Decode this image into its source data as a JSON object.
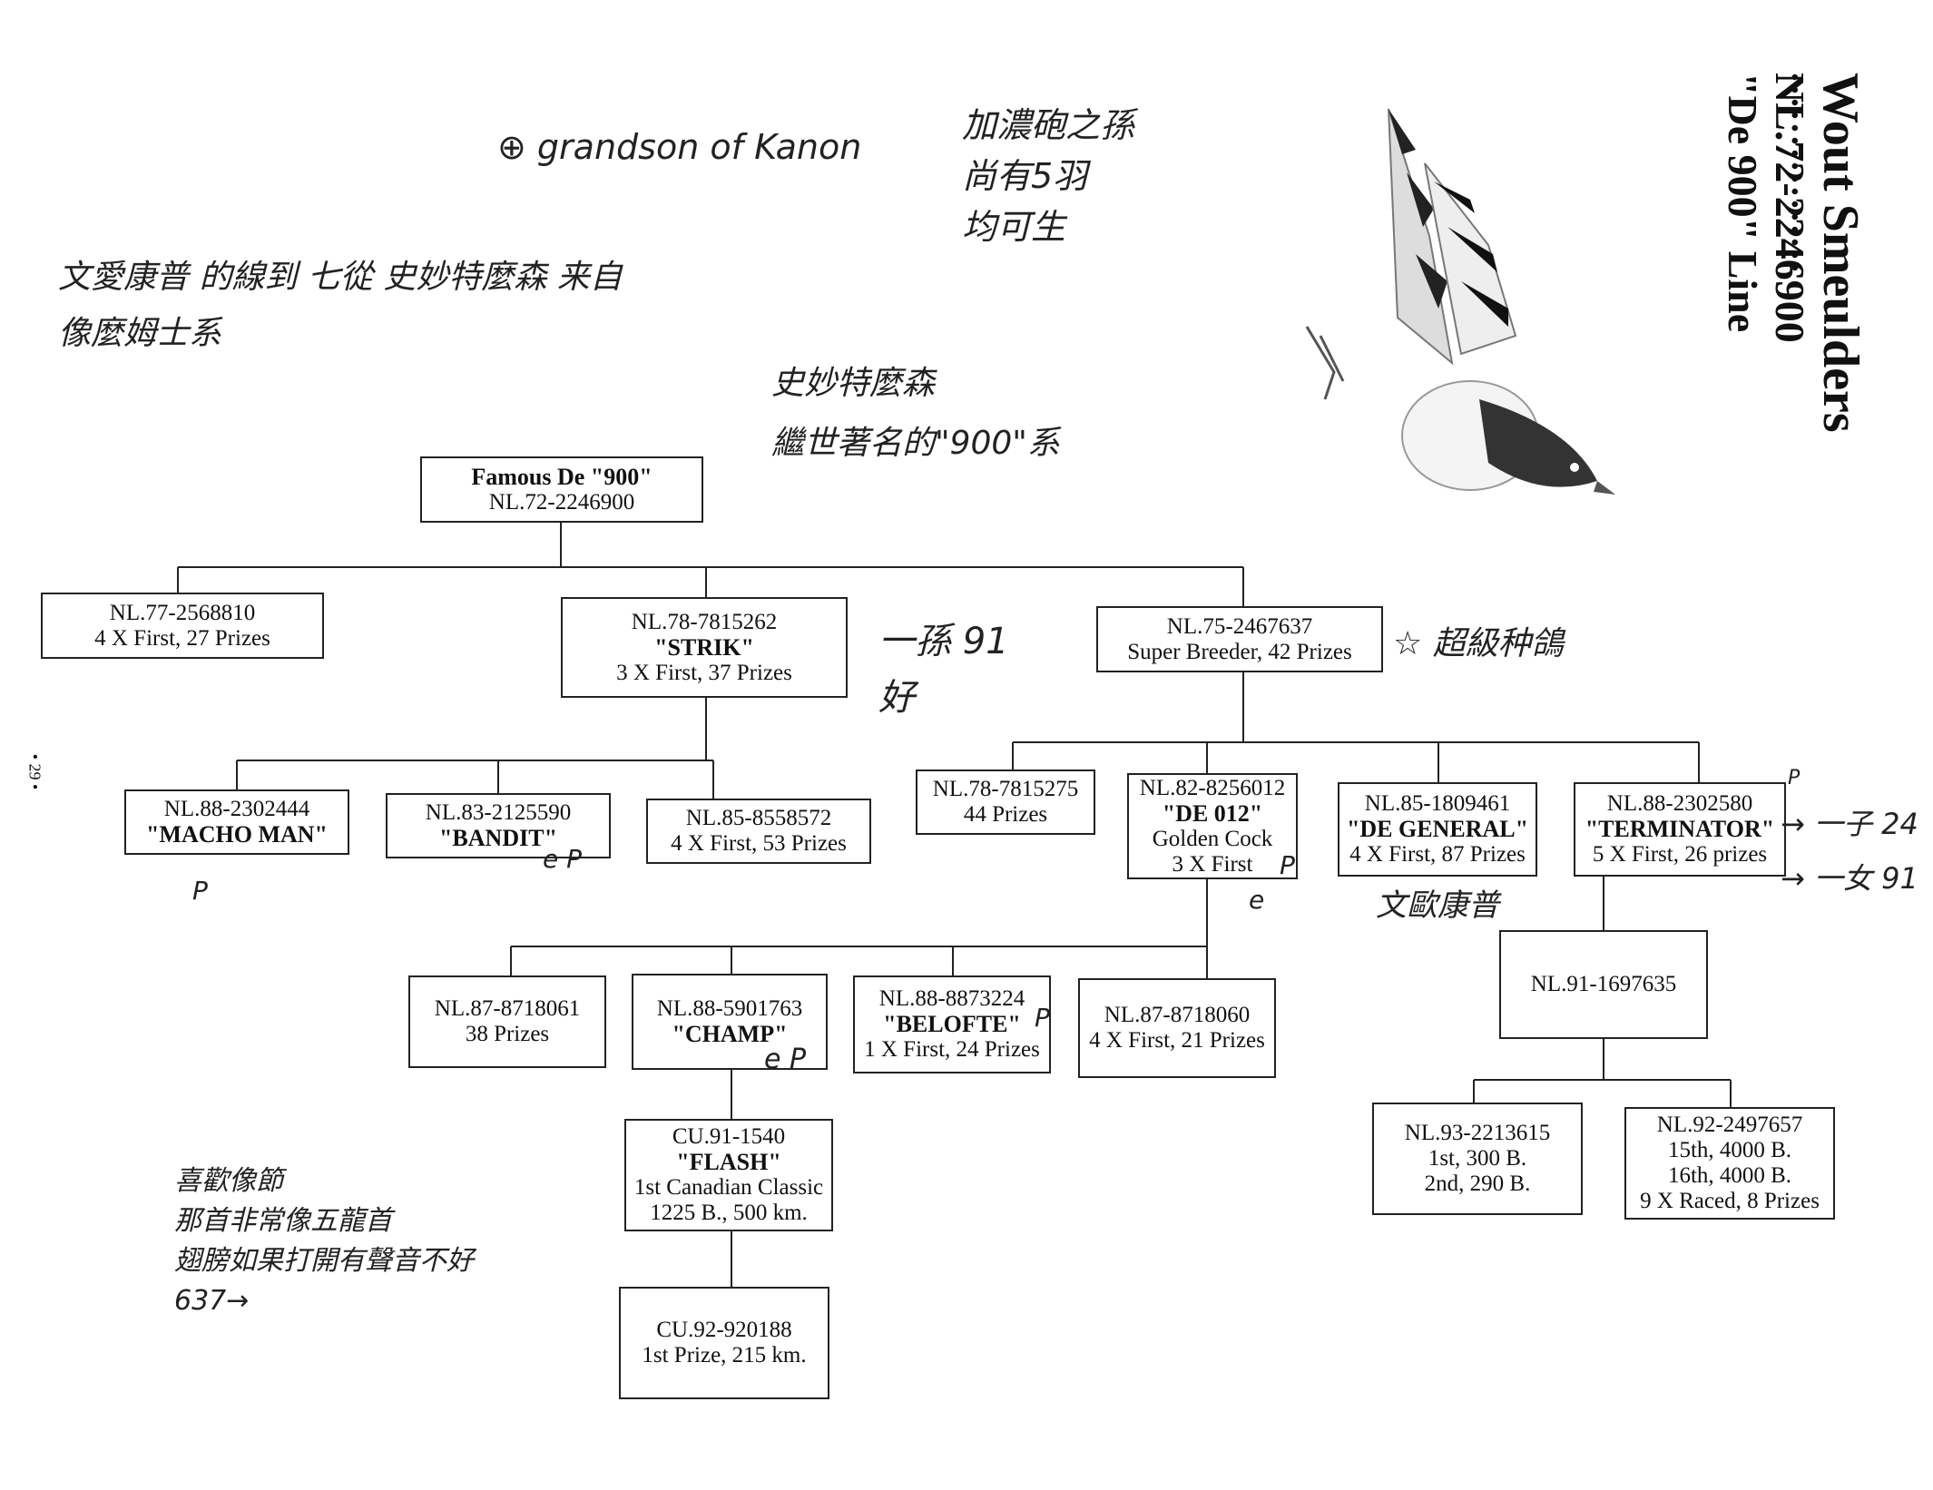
{
  "title": {
    "dots": "................",
    "name": "Wout Smeulders",
    "ring": "NL.72-2246900",
    "line": "\"De 900\" Line"
  },
  "page_number": "• 29 •",
  "nodes": {
    "root": {
      "lines": [
        "NL.72-2246900"
      ],
      "name": "Famous De \"900\""
    },
    "n1": {
      "lines": [
        "NL.77-2568810",
        "4 X First, 27 Prizes"
      ]
    },
    "n2": {
      "lines": [
        "NL.78-7815262",
        "3 X First, 37 Prizes"
      ],
      "name": "\"STRIK\""
    },
    "n3": {
      "lines": [
        "NL.75-2467637",
        "Super Breeder, 42 Prizes"
      ]
    },
    "n4": {
      "lines": [
        "NL.88-2302444"
      ],
      "name": "\"MACHO MAN\""
    },
    "n5": {
      "lines": [
        "NL.83-2125590"
      ],
      "name": "\"BANDIT\""
    },
    "n6": {
      "lines": [
        "NL.85-8558572",
        "4 X First, 53 Prizes"
      ]
    },
    "n7": {
      "lines": [
        "NL.78-7815275",
        "44 Prizes"
      ]
    },
    "n8": {
      "lines": [
        "NL.82-8256012",
        "Golden Cock",
        "3 X First"
      ],
      "name": "\"DE 012\""
    },
    "n9": {
      "lines": [
        "NL.85-1809461",
        "4 X First, 87 Prizes"
      ],
      "name": "\"DE GENERAL\""
    },
    "n10": {
      "lines": [
        "NL.88-2302580",
        "5 X First, 26 prizes"
      ],
      "name": "\"TERMINATOR\""
    },
    "n11": {
      "lines": [
        "NL.87-8718061",
        "38 Prizes"
      ]
    },
    "n12": {
      "lines": [
        "NL.88-5901763"
      ],
      "name": "\"CHAMP\""
    },
    "n13": {
      "lines": [
        "NL.88-8873224",
        "1 X First, 24 Prizes"
      ],
      "name": "\"BELOFTE\""
    },
    "n14": {
      "lines": [
        "NL.87-8718060",
        "4 X First, 21 Prizes"
      ]
    },
    "n15": {
      "lines": [
        "NL.91-1697635"
      ]
    },
    "n16": {
      "lines": [
        "CU.91-1540",
        "1st Canadian Classic",
        "1225 B., 500 km."
      ],
      "name": "\"FLASH\""
    },
    "n17": {
      "lines": [
        "NL.93-2213615",
        "1st, 300 B.",
        "2nd, 290 B."
      ]
    },
    "n18": {
      "lines": [
        "NL.92-2497657",
        "15th, 4000 B.",
        "16th, 4000 B.",
        "9 X Raced, 8 Prizes"
      ]
    },
    "n19": {
      "lines": [
        "CU.92-920188",
        "1st Prize, 215 km."
      ]
    }
  },
  "notes": {
    "grandson": "⊕ grandson of Kanon",
    "top_right_cn": "加濃砲之孫\n尚有5羽\n均可生",
    "top_left_cn": "文愛康普 的線到 七從 史妙特麼森 来自\n像麼姆士系",
    "mid_cn": "史妙特麼森\n繼世著名的\"900\"系",
    "strik_note": "一孫 91\n好",
    "super_note": "☆ 超級种鴿",
    "general_note": "文歐康普",
    "terminator_note": "→ 一子 24\n→ 一女 91",
    "bottom_cn": "喜歡像節\n那首非常像五龍首\n翅膀如果打開有聲音不好\n637→",
    "mark_p1": "P",
    "mark_bandit": "e P",
    "mark_champ": "e P",
    "mark_de012_a": "P",
    "mark_de012_b": "e",
    "mark_belofte": "P",
    "mark_term": "P"
  },
  "colors": {
    "ink": "#111111",
    "line": "#222222",
    "paper": "#ffffff"
  }
}
